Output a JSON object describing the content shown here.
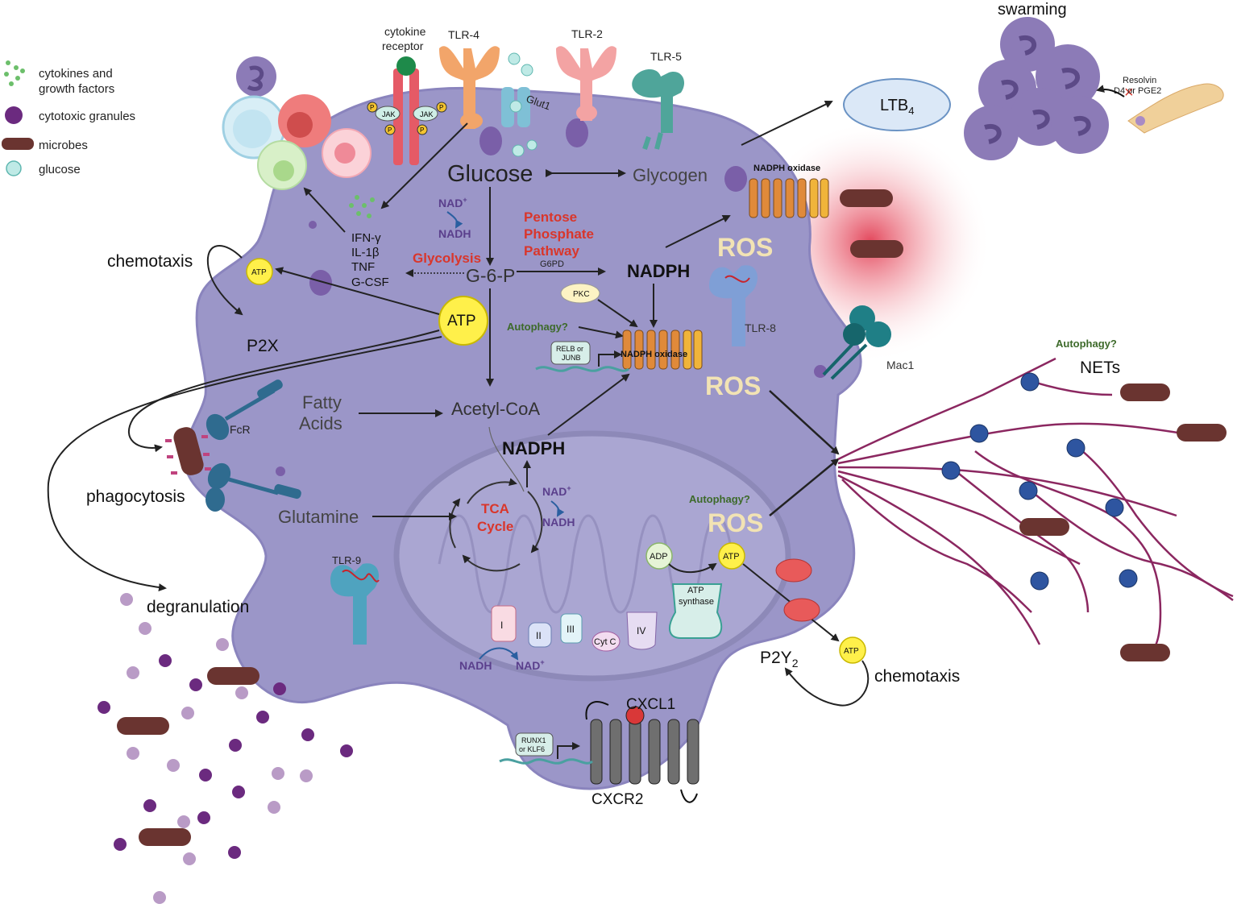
{
  "legend": {
    "cytokines": "cytokines and growth factors",
    "cytokines_l1": "cytokines and",
    "cytokines_l2": "growth factors",
    "granules": "cytotoxic granules",
    "microbes": "microbes",
    "glucose": "glucose"
  },
  "receptors": {
    "cytokine_receptor_l1": "cytokine",
    "cytokine_receptor_l2": "receptor",
    "tlr4": "TLR-4",
    "tlr2": "TLR-2",
    "tlr5": "TLR-5",
    "tlr8": "TLR-8",
    "tlr9": "TLR-9",
    "glut1": "Glut1",
    "jak": "JAK",
    "p": "P",
    "fcr": "FcR",
    "mac1": "Mac1"
  },
  "metabolites": {
    "glucose": "Glucose",
    "glycogen": "Glycogen",
    "nad_plus": "NAD",
    "plus": "+",
    "nadh": "NADH",
    "g6p": "G-6-P",
    "glycolysis": "Glycolysis",
    "ppp_l1": "Pentose",
    "ppp_l2": "Phosphate",
    "ppp_l3": "Pathway",
    "g6pd": "G6PD",
    "nadph": "NADPH",
    "acetyl_coa": "Acetyl-CoA",
    "fatty_l1": "Fatty",
    "fatty_l2": "Acids",
    "glutamine": "Glutamine",
    "tca_l1": "TCA",
    "tca_l2": "Cycle",
    "atp": "ATP",
    "adp": "ADP"
  },
  "cytokines_list": [
    "IFN-γ",
    "IL-1β",
    "TNF",
    "G-CSF"
  ],
  "enzymes": {
    "nadph_oxidase": "NADPH oxidase",
    "pkc": "PKC",
    "relb_l1": "RELB or",
    "relb_l2": "JUNB",
    "runx_l1": "RUNX1",
    "runx_l2": "or KLF6",
    "atp_synthase_l1": "ATP",
    "atp_synthase_l2": "synthase",
    "complex_I": "I",
    "complex_II": "II",
    "complex_III": "III",
    "cyt_c": "Cyt C",
    "complex_IV": "IV"
  },
  "processes": {
    "ros": "ROS",
    "autophagy": "Autophagy?",
    "chemotaxis": "chemotaxis",
    "p2x": "P2X",
    "p2y2": "P2Y",
    "p2y2_sub": "2",
    "phagocytosis": "phagocytosis",
    "degranulation": "degranulation",
    "swarming": "swarming",
    "resolvin_l1": "Resolvin",
    "resolvin_l2": "D4 or PGE2",
    "ltb4": "LTB",
    "ltb4_sub": "4",
    "nets": "NETs",
    "cxcl1": "CXCL1",
    "cxcr2": "CXCR2"
  },
  "colors": {
    "cell": "#9b96c8",
    "cell_stroke": "#8a84bd",
    "mito": "#aaa6d2",
    "red_text": "#d9362b",
    "green_text": "#3d6a2a",
    "nad_text": "#5a3f8c",
    "ros_text": "#f2e3b4",
    "granule": "#6b2a7f",
    "granule_light": "#b99bc6",
    "microbe": "#6a3430",
    "atp": "#fff04a",
    "net_line": "#8b2760",
    "net_node": "#2e55a0"
  }
}
